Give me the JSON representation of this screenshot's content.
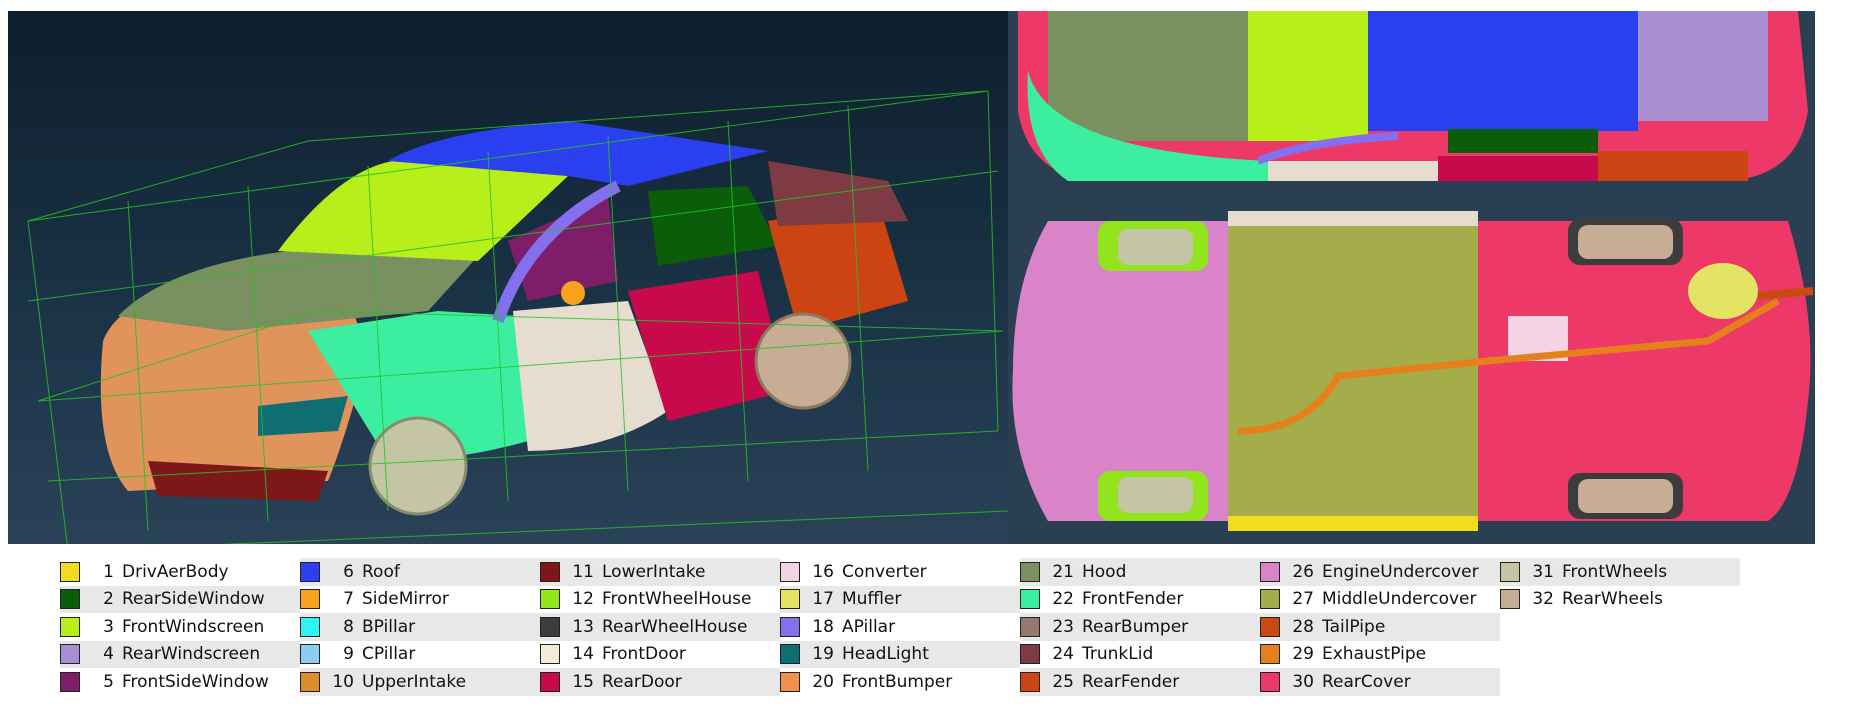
{
  "legend": {
    "items": [
      {
        "num": "1",
        "label": "DrivAerBody",
        "color": "#f2dc1f"
      },
      {
        "num": "2",
        "label": "RearSideWindow",
        "color": "#0a5e0a"
      },
      {
        "num": "3",
        "label": "FrontWindscreen",
        "color": "#b7ef1a"
      },
      {
        "num": "4",
        "label": "RearWindscreen",
        "color": "#a98fd2"
      },
      {
        "num": "5",
        "label": "FrontSideWindow",
        "color": "#7f1e68"
      },
      {
        "num": "6",
        "label": "Roof",
        "color": "#2a3fef"
      },
      {
        "num": "7",
        "label": "SideMirror",
        "color": "#f7a21c"
      },
      {
        "num": "8",
        "label": "BPillar",
        "color": "#2ef4f4"
      },
      {
        "num": "9",
        "label": "CPillar",
        "color": "#8dccf2"
      },
      {
        "num": "10",
        "label": "UpperIntake",
        "color": "#dc8c28"
      },
      {
        "num": "11",
        "label": "LowerIntake",
        "color": "#7e1818"
      },
      {
        "num": "12",
        "label": "FrontWheelHouse",
        "color": "#92e41c"
      },
      {
        "num": "13",
        "label": "RearWheelHouse",
        "color": "#3c3c3c"
      },
      {
        "num": "14",
        "label": "FrontDoor",
        "color": "#f4ebd8"
      },
      {
        "num": "15",
        "label": "RearDoor",
        "color": "#c80a4c"
      },
      {
        "num": "16",
        "label": "Converter",
        "color": "#f4d4e2"
      },
      {
        "num": "17",
        "label": "Muffler",
        "color": "#e4e464"
      },
      {
        "num": "18",
        "label": "APillar",
        "color": "#8470ee"
      },
      {
        "num": "19",
        "label": "HeadLight",
        "color": "#0e6e72"
      },
      {
        "num": "20",
        "label": "FrontBumper",
        "color": "#ef9148"
      },
      {
        "num": "21",
        "label": "Hood",
        "color": "#7a9061"
      },
      {
        "num": "22",
        "label": "FrontFender",
        "color": "#3cefa0"
      },
      {
        "num": "23",
        "label": "RearBumper",
        "color": "#94796c"
      },
      {
        "num": "24",
        "label": "TrunkLid",
        "color": "#7e3b44"
      },
      {
        "num": "25",
        "label": "RearFender",
        "color": "#cc4412"
      },
      {
        "num": "26",
        "label": "EngineUndercover",
        "color": "#d983c8"
      },
      {
        "num": "27",
        "label": "MiddleUndercover",
        "color": "#a4ad49"
      },
      {
        "num": "28",
        "label": "TailPipe",
        "color": "#c84a10"
      },
      {
        "num": "29",
        "label": "ExhaustPipe",
        "color": "#e6801c"
      },
      {
        "num": "30",
        "label": "RearCover",
        "color": "#ee3868"
      },
      {
        "num": "31",
        "label": "FrontWheels",
        "color": "#c4c5a4"
      },
      {
        "num": "32",
        "label": "RearWheels",
        "color": "#c6ad94"
      }
    ]
  }
}
